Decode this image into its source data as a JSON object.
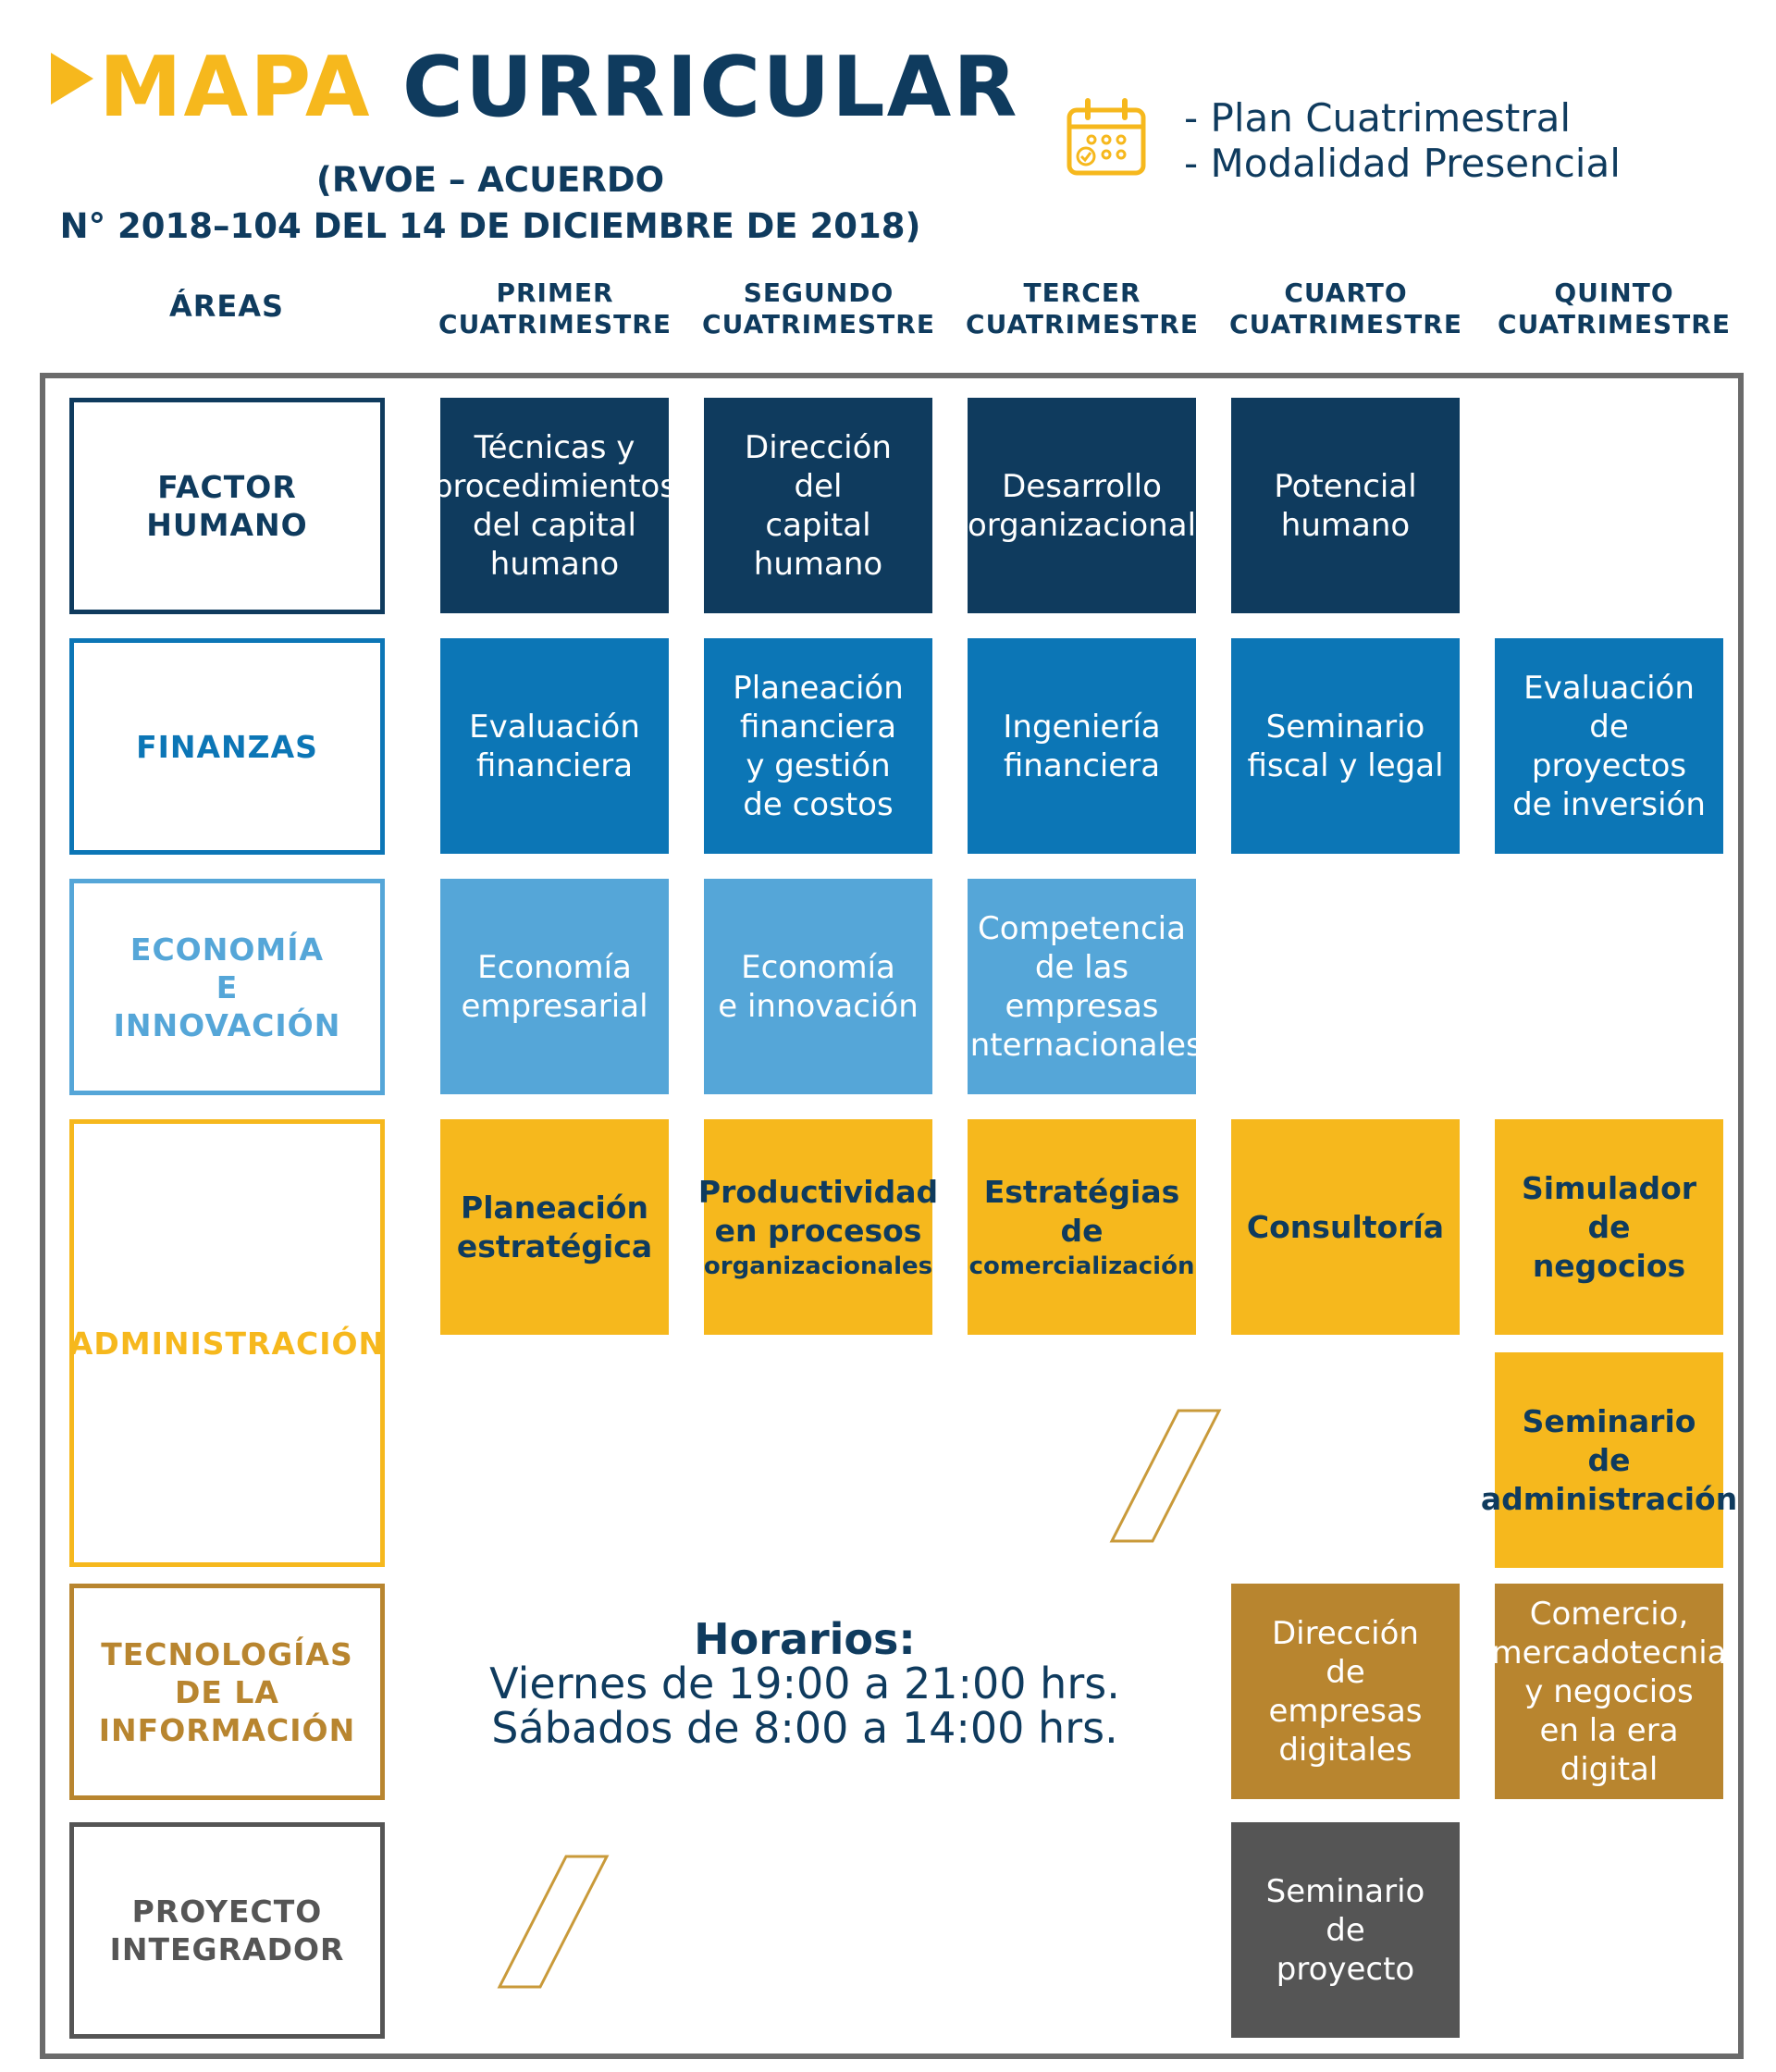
{
  "header": {
    "title_word1": "MAPA",
    "title_word2": "CURRICULAR",
    "subtitle_line1": "(RVOE – ACUERDO",
    "subtitle_line2": "N° 2018–104 DEL 14 DE DICIEMBRE DE 2018)",
    "plan_line1": "- Plan Cuatrimestral",
    "plan_line2": "- Modalidad Presencial",
    "calendar_icon": "calendar-icon"
  },
  "columns": {
    "areas": "ÁREAS",
    "c1": [
      "PRIMER",
      "CUATRIMESTRE"
    ],
    "c2": [
      "SEGUNDO",
      "CUATRIMESTRE"
    ],
    "c3": [
      "TERCER",
      "CUATRIMESTRE"
    ],
    "c4": [
      "CUARTO",
      "CUATRIMESTRE"
    ],
    "c5": [
      "QUINTO",
      "CUATRIMESTRE"
    ]
  },
  "areas": {
    "factor": [
      "FACTOR",
      "HUMANO"
    ],
    "finanzas": [
      "FINANZAS"
    ],
    "economia": [
      "ECONOMÍA",
      "E",
      "INNOVACIÓN"
    ],
    "administracion": [
      "ADMINISTRACIÓN"
    ],
    "tecnologias": [
      "TECNOLOGÍAS",
      "DE LA",
      "INFORMACIÓN"
    ],
    "proyecto": [
      "PROYECTO",
      "INTEGRADOR"
    ]
  },
  "courses": {
    "fh1": [
      "Técnicas y",
      "procedimientos",
      "del capital",
      "humano"
    ],
    "fh2": [
      "Dirección",
      "del",
      "capital",
      "humano"
    ],
    "fh3": [
      "Desarrollo",
      "organizacional"
    ],
    "fh4": [
      "Potencial",
      "humano"
    ],
    "fi1": [
      "Evaluación",
      "financiera"
    ],
    "fi2": [
      "Planeación",
      "financiera",
      "y gestión",
      "de costos"
    ],
    "fi3": [
      "Ingeniería",
      "financiera"
    ],
    "fi4": [
      "Seminario",
      "fiscal y legal"
    ],
    "fi5": [
      "Evaluación",
      "de",
      "proyectos",
      "de inversión"
    ],
    "ec1": [
      "Economía",
      "empresarial"
    ],
    "ec2": [
      "Economía",
      "e innovación"
    ],
    "ec3": [
      "Competencia",
      "de las",
      "empresas",
      "internacionales"
    ],
    "ad1": [
      "Planeación",
      "estratégica"
    ],
    "ad2": [
      "Productividad",
      "en procesos",
      "organizacionales"
    ],
    "ad3": [
      "Estratégias",
      "de",
      "comercialización"
    ],
    "ad4": [
      "Consultoría"
    ],
    "ad5": [
      "Simulador",
      "de",
      "negocios"
    ],
    "ad6": [
      "Seminario",
      "de",
      "administración"
    ],
    "ti4": [
      "Dirección",
      "de",
      "empresas",
      "digitales"
    ],
    "ti5": [
      "Comercio,",
      "mercadotecnia",
      "y negocios",
      "en la era",
      "digital"
    ],
    "pi4": [
      "Seminario",
      "de",
      "proyecto"
    ]
  },
  "horarios": {
    "title": "Horarios:",
    "line1": "Viernes de 19:00 a 21:00 hrs.",
    "line2": "Sábados de 8:00 a 14:00 hrs."
  },
  "colors": {
    "navy": "#0f3b5e",
    "blue": "#0c76b6",
    "light_blue": "#55a6d8",
    "yellow": "#f6b81d",
    "bronze": "#b8852f",
    "gray": "#555555"
  }
}
